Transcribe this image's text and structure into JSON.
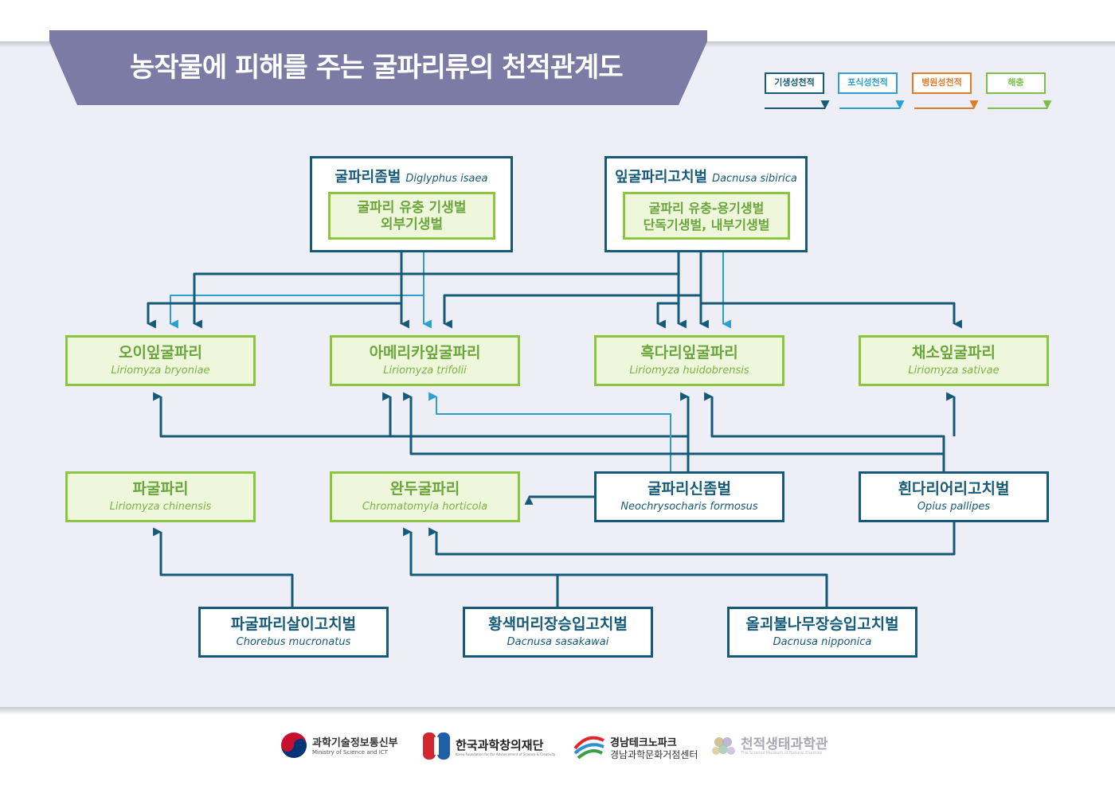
{
  "title": "농작물에 피해를 주는 굴파리류의 천적관계도",
  "legend": [
    {
      "label": "기생성천적",
      "color": "#155a78"
    },
    {
      "label": "포식성천적",
      "color": "#2a9fd0"
    },
    {
      "label": "병원성천적",
      "color": "#e07b2a"
    },
    {
      "label": "해충",
      "color": "#7cc04a"
    }
  ],
  "enemies_top": [
    {
      "name": "굴파리좀벌",
      "sci": "Diglyphus isaea",
      "desc1": "굴파리 유충 기생벌",
      "desc2": "외부기생벌"
    },
    {
      "name": "잎굴파리고치벌",
      "sci": "Dacnusa sibirica",
      "desc1": "굴파리 유충-용기생벌",
      "desc2": "단독기생벌, 내부기생벌"
    }
  ],
  "pests": [
    {
      "name": "오이잎굴파리",
      "sci": "Liriomyza bryoniae"
    },
    {
      "name": "아메리카잎굴파리",
      "sci": "Liriomyza trifolii"
    },
    {
      "name": "흑다리잎굴파리",
      "sci": "Liriomyza huidobrensis"
    },
    {
      "name": "채소잎굴파리",
      "sci": "Liriomyza sativae"
    },
    {
      "name": "파굴파리",
      "sci": "Liriomyza chinensis"
    },
    {
      "name": "완두굴파리",
      "sci": "Chromatomyia horticola"
    }
  ],
  "enemies_mid": [
    {
      "name": "굴파리신좀벌",
      "sci": "Neochrysocharis formosus"
    },
    {
      "name": "흰다리어리고치벌",
      "sci": "Opius pallipes"
    }
  ],
  "enemies_bottom": [
    {
      "name": "파굴파리살이고치벌",
      "sci": "Chorebus mucronatus"
    },
    {
      "name": "황색머리장승입고치벌",
      "sci": "Dacnusa sasakawai"
    },
    {
      "name": "올괴불나무장승입고치벌",
      "sci": "Dacnusa nipponica"
    }
  ],
  "footer": {
    "msit_kr": "과학기술정보통신부",
    "msit_en": "Ministry of Science and ICT",
    "kofac_kr": "한국과학창의재단",
    "kofac_en": "Korea Foundation for the Advancement of Science & Creativity",
    "gn_kr1": "경남테크노파크",
    "gn_kr2": "경남과학문화거점센터",
    "museum_kr": "천적생태과학관",
    "museum_en": "The Science Museum of Natural Enemies"
  },
  "colors": {
    "header": "#7b7ba6",
    "parasitic": "#155a78",
    "predatory": "#2a9fd0",
    "pathogenic": "#e07b2a",
    "pest": "#7cc04a"
  }
}
